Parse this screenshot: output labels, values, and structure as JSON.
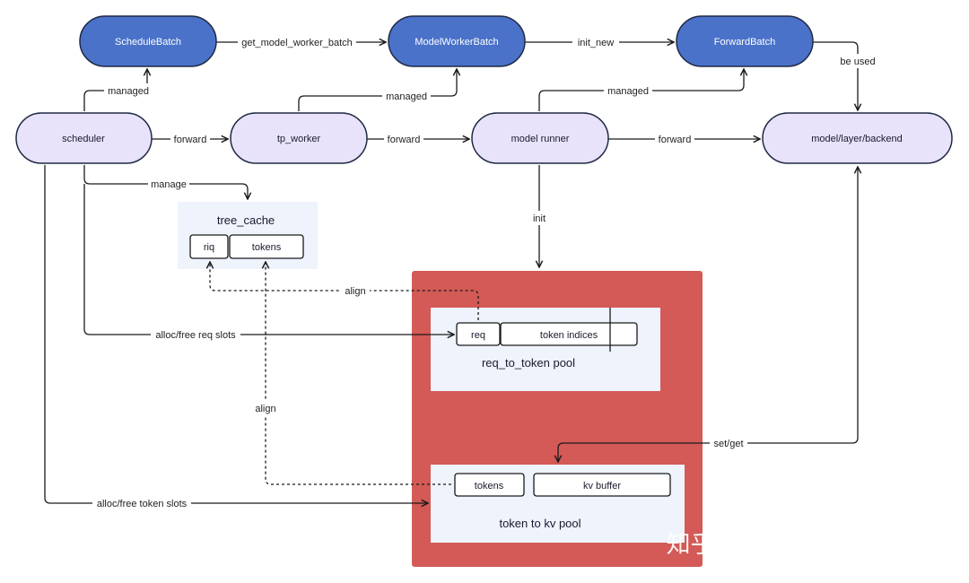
{
  "nodes": {
    "schedule_batch": "ScheduleBatch",
    "model_worker_batch": "ModelWorkerBatch",
    "forward_batch": "ForwardBatch",
    "scheduler": "scheduler",
    "tp_worker": "tp_worker",
    "model_runner": "model runner",
    "backend": "model/layer/backend"
  },
  "tree_cache": {
    "title": "tree_cache",
    "riq": "riq",
    "tokens": "tokens"
  },
  "req_pool": {
    "title": "req_to_token pool",
    "req": "req",
    "token_indices": "token indices"
  },
  "kv_pool": {
    "title": "token to kv pool",
    "tokens": "tokens",
    "kv_buffer": "kv buffer"
  },
  "edges": {
    "get_model_worker_batch": "get_model_worker_batch",
    "init_new": "init_new",
    "be_used": "be used",
    "managed_1": "managed",
    "managed_2": "managed",
    "managed_3": "managed",
    "forward_1": "forward",
    "forward_2": "forward",
    "forward_3": "forward",
    "manage": "manage",
    "init": "init",
    "align_1": "align",
    "align_2": "align",
    "alloc_req": "alloc/free req slots",
    "alloc_token": "alloc/free token slots",
    "set_get": "set/get"
  },
  "watermark": "知乎 @Bruce 仗剑走天涯",
  "colors": {
    "batch_fill": "#4a72c9",
    "batch_stroke": "#1f2a44",
    "node_fill": "#e8e2fb",
    "node_stroke": "#1f2a44",
    "cache_bg": "#eef3fc",
    "memory_bg": "#d35a56",
    "pool_bg": "#eef3fc",
    "line": "#1a1a1a"
  }
}
